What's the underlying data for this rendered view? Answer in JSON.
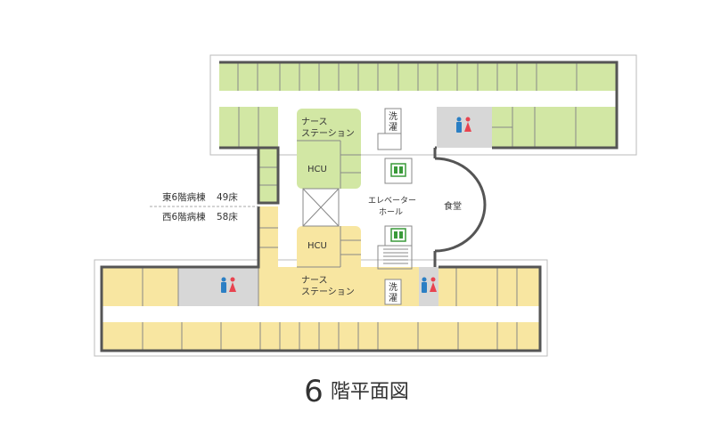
{
  "floor_title": {
    "number": "6",
    "suffix": "階平面図"
  },
  "colors": {
    "east_ward": "#d2e7a4",
    "west_ward": "#f8e6a1",
    "service": "#d7d7d7",
    "wall": "#555555",
    "male_icon": "#2b7fc4",
    "female_icon": "#e8434f",
    "elevator_icon": "#3a9a3a"
  },
  "wards": {
    "east": {
      "name": "東6階病棟",
      "beds": "49床"
    },
    "west": {
      "name": "西6階病棟",
      "beds": "58床"
    }
  },
  "rooms": {
    "nurse_station_top": [
      "ナース",
      "ステーション"
    ],
    "nurse_station_bottom": [
      "ナース",
      "ステーション"
    ],
    "hcu_top": "HCU",
    "hcu_bottom": "HCU",
    "laundry_top": [
      "洗",
      "濯"
    ],
    "laundry_bottom": [
      "洗",
      "濯"
    ],
    "elevator_hall": [
      "エレベーター",
      "ホール"
    ],
    "dining": "食堂"
  },
  "icons": {
    "restroom": "restroom-icon",
    "elevator": "elevator-icon"
  }
}
